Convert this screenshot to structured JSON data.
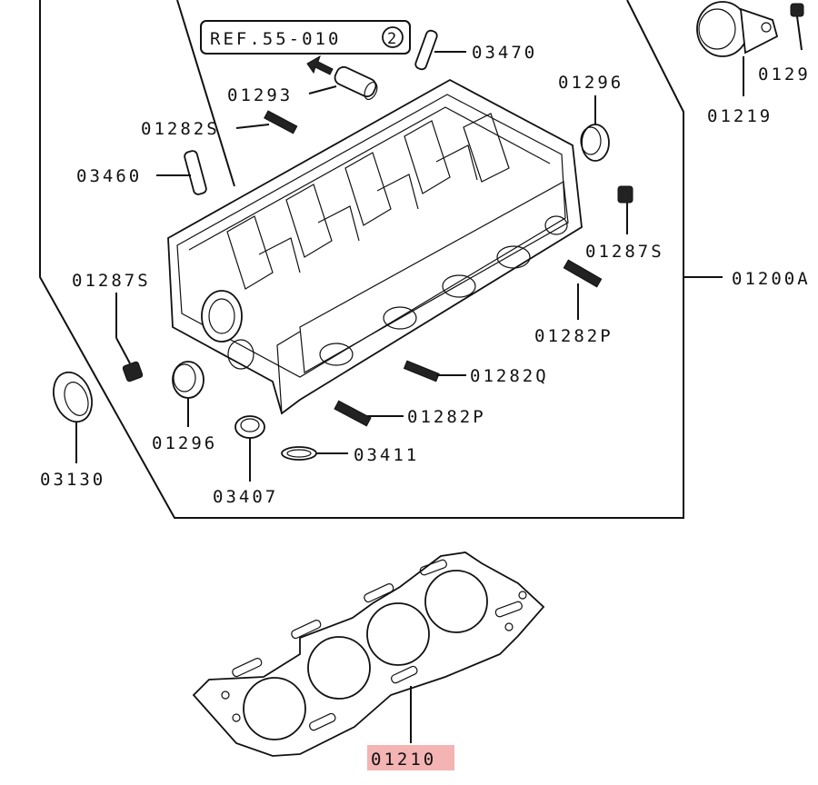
{
  "ref_label": "REF.55-010",
  "ref_circle_number": "2",
  "part_numbers": {
    "p03470": "03470",
    "p01293": "01293",
    "p01282s": "01282S",
    "p03460": "03460",
    "p01296_top": "01296",
    "p01219": "01219",
    "p0129x": "0129",
    "p01287s_right": "01287S",
    "p01200": "01200A",
    "p01287s_left": "01287S",
    "p01282p_upper": "01282P",
    "p01282q": "01282Q",
    "p01282p_lower": "01282P",
    "p03130": "03130",
    "p01296_bottom": "01296",
    "p03407": "03407",
    "p03411": "03411",
    "p01210": "01210"
  },
  "highlight_color": "#f4b4b4"
}
